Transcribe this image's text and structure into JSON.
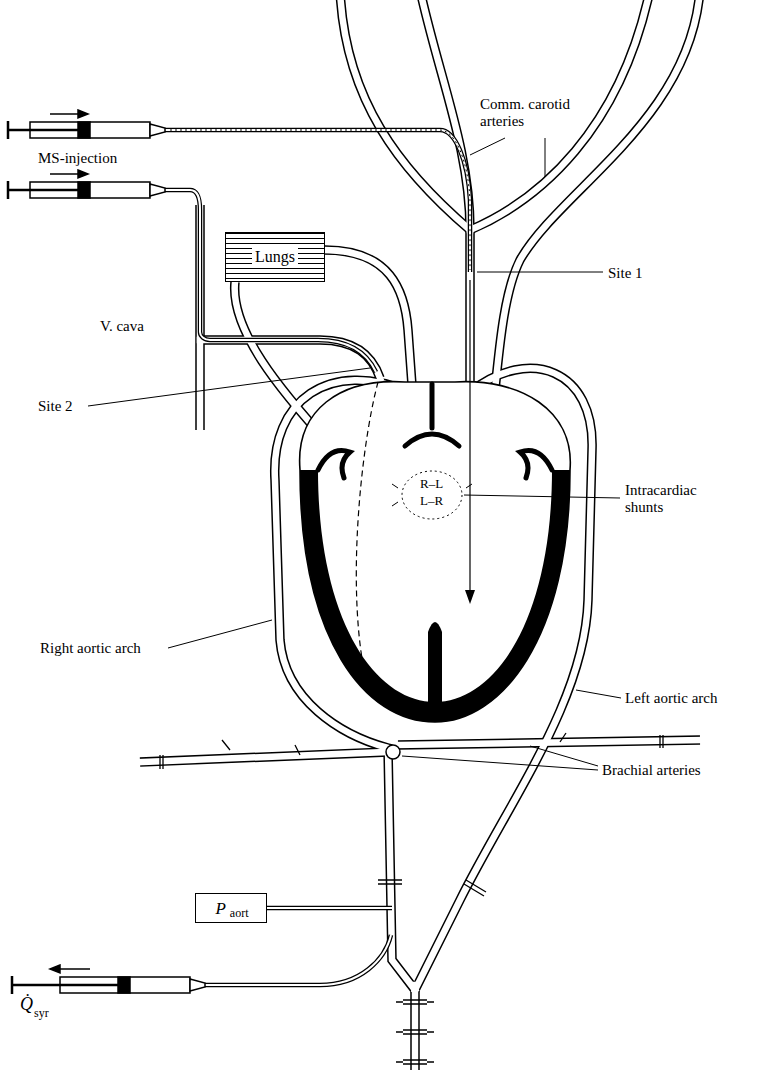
{
  "diagram": {
    "nodes": [
      {
        "text": [
          "Lungs"
        ]
      },
      {
        "text": [
          "P",
          "aort"
        ]
      }
    ],
    "labels": [
      "MS-injection",
      "Comm. carotid arteries",
      "Site 1",
      "V. cava",
      "Site 2",
      "R–L",
      "L–R",
      "Intracardiac shunts",
      "Right aortic arch",
      "Left aortic arch",
      "Brachial arteries",
      "Q̇",
      "syr"
    ]
  }
}
